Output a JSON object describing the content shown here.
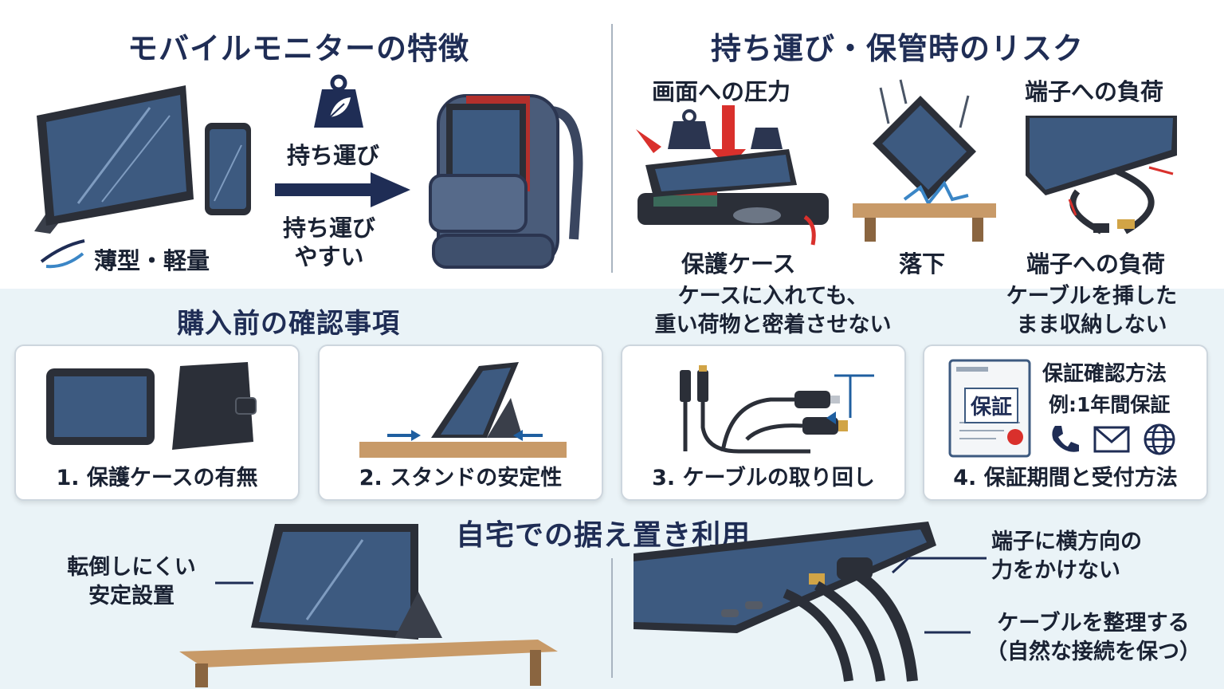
{
  "top_left": {
    "title": "モバイルモニターの特徴",
    "carry_label": "持ち運び",
    "carry_easy_label": "持ち運び\nやすい",
    "thin_light_label": "薄型・軽量"
  },
  "top_right": {
    "title": "持ち運び・保管時のリスク",
    "pressure_label": "画面への圧力",
    "case_label": "保護ケース",
    "drop_label": "落下",
    "port_load_top_label": "端子への負荷",
    "port_load_bottom_label": "端子への負荷",
    "note_case": "ケースに入れても、\n重い荷物と密着させない",
    "note_cable": "ケーブルを挿した\nまま収納しない"
  },
  "checklist": {
    "title": "購入前の確認事項",
    "cards": [
      {
        "label": "1. 保護ケースの有無"
      },
      {
        "label": "2. スタンドの安定性"
      },
      {
        "label": "3. ケーブルの取り回し"
      },
      {
        "label": "4. 保証期間と受付方法"
      }
    ],
    "warranty_doc_label": "保証",
    "warranty_method_label": "保証確認方法",
    "warranty_example_label": "例:1年間保証"
  },
  "home": {
    "title": "自宅での据え置き利用",
    "stable_label": "転倒しにくい\n安定設置",
    "no_side_force_label": "端子に横方向の\n力をかけない",
    "organize_cable_label": "ケーブルを整理する\n（自然な接続を保つ）"
  },
  "colors": {
    "navy": "#1f2d55",
    "screen": "#3d5a80",
    "bezel": "#2b2f38",
    "red": "#d9302c",
    "wood": "#c89a68",
    "band": "#eaf3f7"
  },
  "icons": [
    "weight-icon",
    "feather-icon",
    "arrow-right-icon",
    "phone-icon",
    "mail-icon",
    "globe-icon",
    "stamp-icon"
  ]
}
